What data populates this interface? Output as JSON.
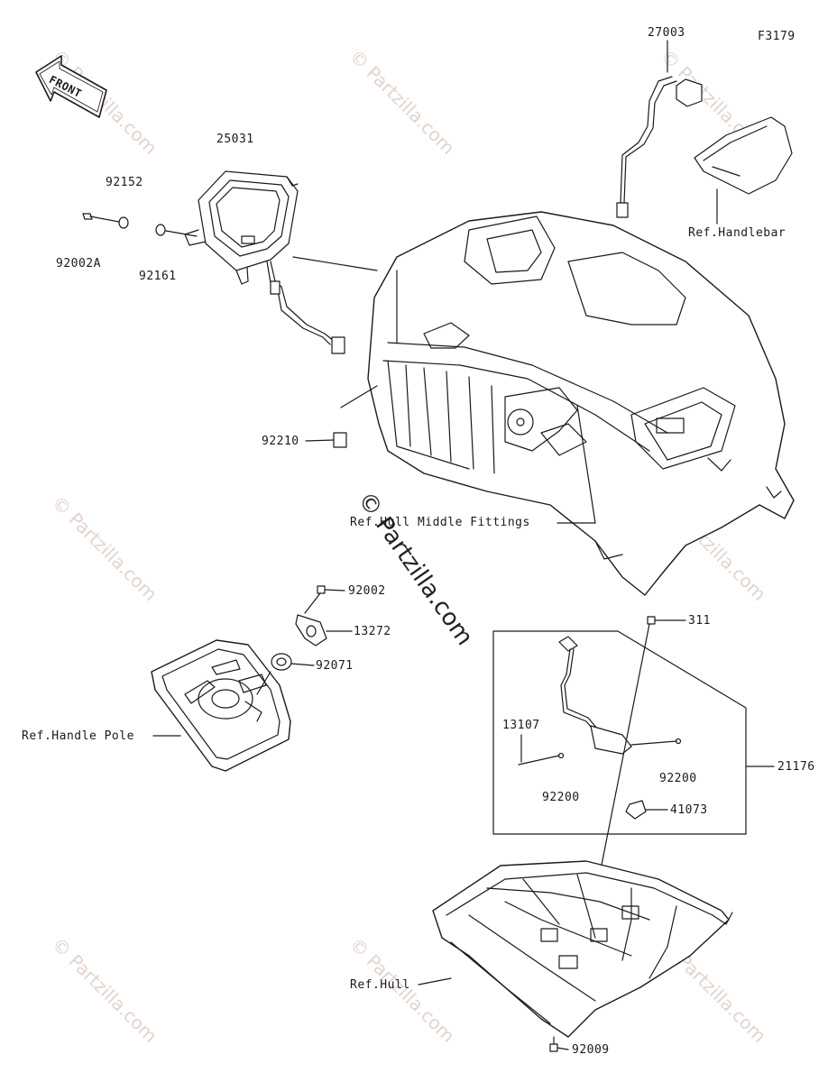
{
  "diagram_code": "F3179",
  "front_label": "FRONT",
  "watermark_small": "© Partzilla.com",
  "watermark_main": "© Partzilla.com",
  "callouts": {
    "p27003": "27003",
    "p25031": "25031",
    "p92152": "92152",
    "p92002A": "92002A",
    "p92161": "92161",
    "p92210": "92210",
    "p92002": "92002",
    "p13272": "13272",
    "p92071": "92071",
    "p311": "311",
    "p13107": "13107",
    "p92200a": "92200",
    "p92200b": "92200",
    "p21176": "21176",
    "p41073": "41073",
    "p92009": "92009"
  },
  "references": {
    "handlebar": "Ref.Handlebar",
    "hull_middle": "Ref.Hull Middle Fittings",
    "handle_pole": "Ref.Handle Pole",
    "hull": "Ref.Hull"
  }
}
